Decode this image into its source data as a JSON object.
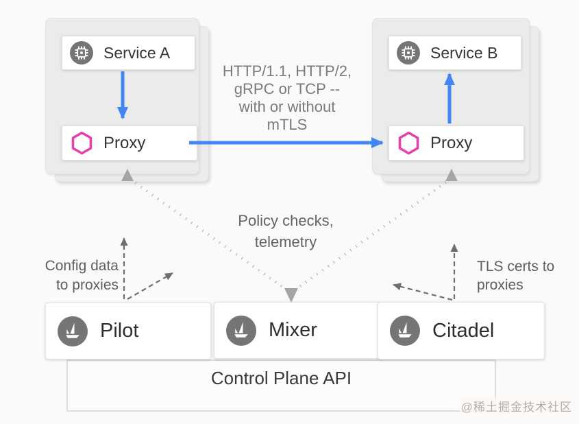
{
  "pods": {
    "a": {
      "service_label": "Service A",
      "proxy_label": "Proxy"
    },
    "b": {
      "service_label": "Service B",
      "proxy_label": "Proxy"
    }
  },
  "traffic_note": {
    "line1": "HTTP/1.1, HTTP/2,",
    "line2": "gRPC or TCP --",
    "line3": "with or without",
    "line4": "mTLS"
  },
  "annotations": {
    "policy_line1": "Policy checks,",
    "policy_line2": "telemetry",
    "config_line1": "Config data",
    "config_line2": "to proxies",
    "tls_line1": "TLS certs to",
    "tls_line2": "proxies"
  },
  "control_plane": {
    "pilot_label": "Pilot",
    "mixer_label": "Mixer",
    "citadel_label": "Citadel",
    "api_label": "Control Plane API"
  },
  "icons": {
    "service": "microchip-icon",
    "proxy": "hexagon-icon",
    "component": "istio-sail-icon"
  },
  "colors": {
    "arrow_blue": "#4285f4",
    "proxy_pink": "#e640ab",
    "dotted_gray": "#a5a5a5",
    "dashed_gray": "#6f6f6f",
    "pod_gray": "#ebebeb",
    "icon_circle_gray": "#757575"
  },
  "watermark": "@稀土掘金技术社区"
}
